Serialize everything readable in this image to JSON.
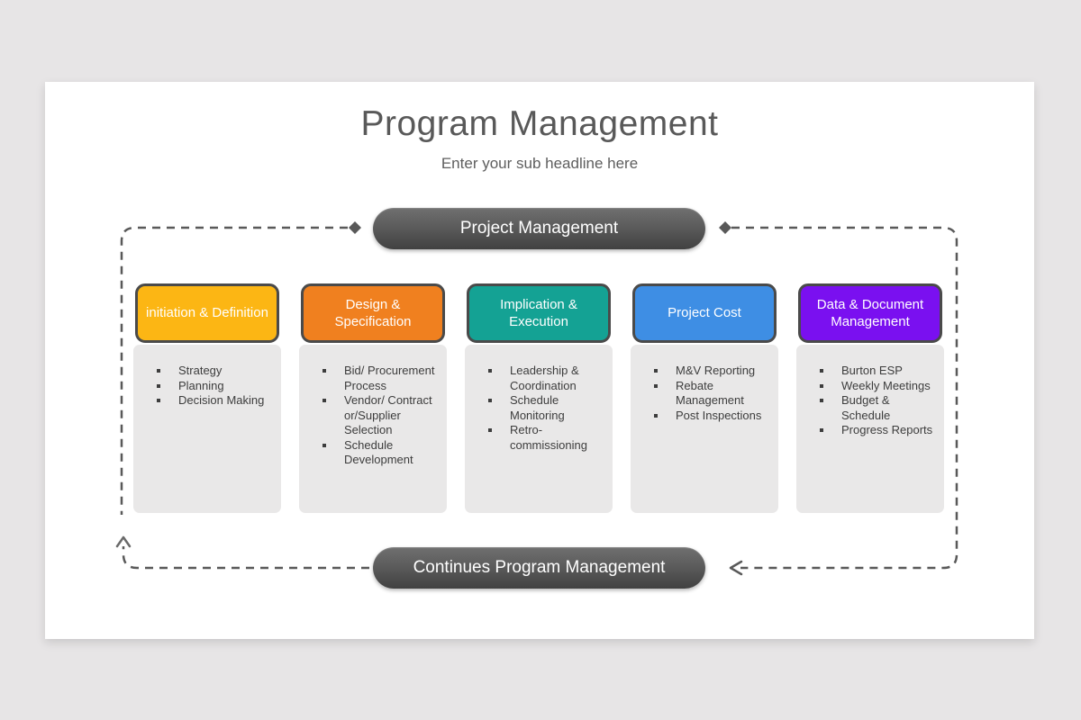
{
  "header": {
    "title": "Program Management",
    "subtitle": "Enter your sub headline here"
  },
  "flow": {
    "top_pill_label": "Project Management",
    "bottom_pill_label": "Continues Program Management"
  },
  "colors": {
    "slide_background": "#ffffff",
    "page_background": "#e7e5e6",
    "pill_gray": "#575757",
    "dash_line_gray": "#595959",
    "card_body_gray": "#e9e8e8",
    "header_border_gray": "#4a4a4a",
    "yellow": "#fcb614",
    "orange": "#f0801f",
    "teal": "#14a294",
    "blue": "#3e8ee4",
    "purple": "#7a10f0"
  },
  "columns": [
    {
      "title": "initiation & Definition",
      "color": "#fcb614",
      "items": [
        "Strategy",
        "Planning",
        "Decision Making"
      ]
    },
    {
      "title": "Design & Specification",
      "color": "#f0801f",
      "items": [
        "Bid/ Procurement Process",
        "Vendor/ Contract or/Supplier Selection",
        "Schedule Development"
      ]
    },
    {
      "title": "Implication & Execution",
      "color": "#14a294",
      "items": [
        "Leadership & Coordination",
        "Schedule Monitoring",
        "Retro-commissioning"
      ]
    },
    {
      "title": "Project Cost",
      "color": "#3e8ee4",
      "items": [
        "M&V Reporting",
        "Rebate Management",
        "Post Inspections"
      ]
    },
    {
      "title": "Data & Document Management",
      "color": "#7a10f0",
      "items": [
        "Burton ESP",
        "Weekly Meetings",
        "Budget & Schedule",
        "Progress Reports"
      ]
    }
  ]
}
